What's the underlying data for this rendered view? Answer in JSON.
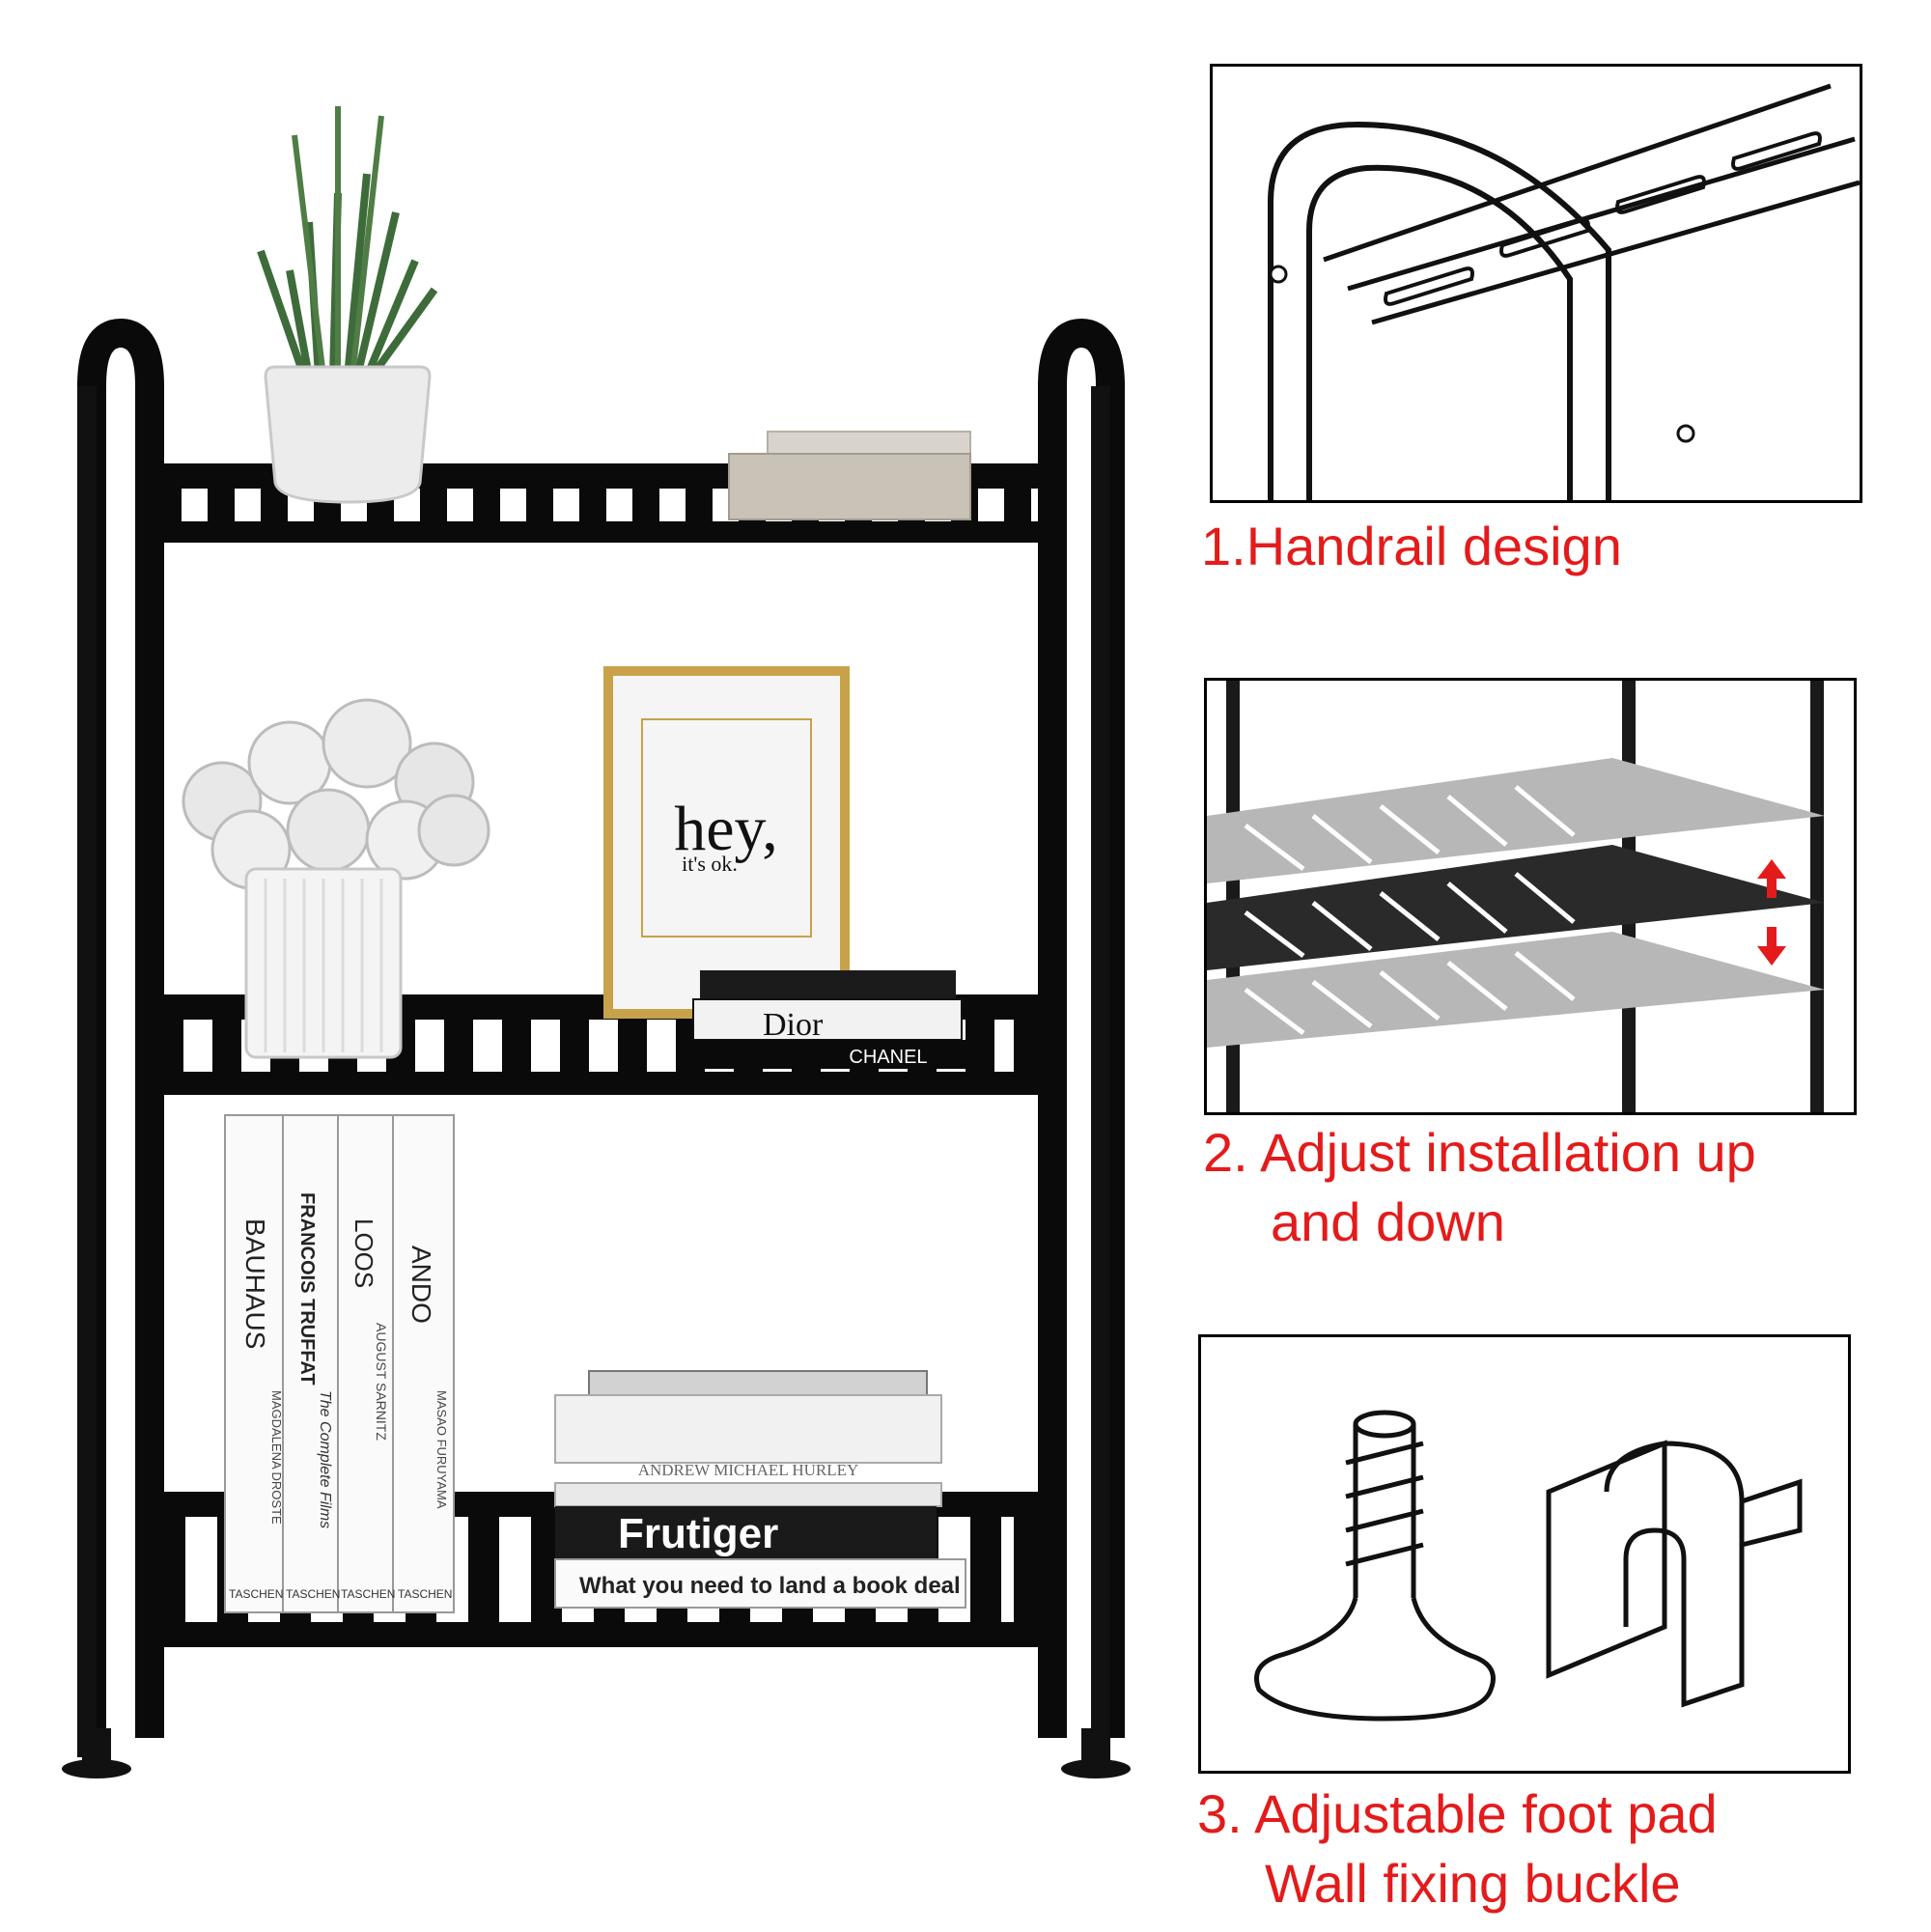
{
  "features": [
    {
      "number": "1.",
      "title": "Handrail design"
    },
    {
      "number": "2.",
      "title": "Adjust installation up",
      "title_line2": "and down"
    },
    {
      "number": "3.",
      "title": "Adjustable foot pad",
      "title_line2": "Wall fixing buckle"
    }
  ],
  "props": {
    "frame_text_big": "hey,",
    "frame_text_small": "it's ok.",
    "book_dior": "Dior",
    "book_chanel": "CHANEL",
    "spine_1_title": "BAUHAUS",
    "spine_1_author": "MAGDALENA DROSTE",
    "spine_2_title": "FRANCOIS TRUFFAT",
    "spine_2_subtitle": "The Complete Films",
    "spine_3_title": "LOOS",
    "spine_3_author": "AUGUST SARNITZ",
    "spine_4_title": "ANDO",
    "spine_4_author": "MASAO FURUYAMA",
    "publisher": "TASCHEN",
    "book_hurley": "ANDREW MICHAEL HURLEY",
    "book_frutiger": "Frutiger",
    "book_deal": "What you need to land a book deal"
  },
  "colors": {
    "accent": "#e41b1b",
    "frame": "#0a0a0a",
    "gold": "#c8a24a"
  }
}
